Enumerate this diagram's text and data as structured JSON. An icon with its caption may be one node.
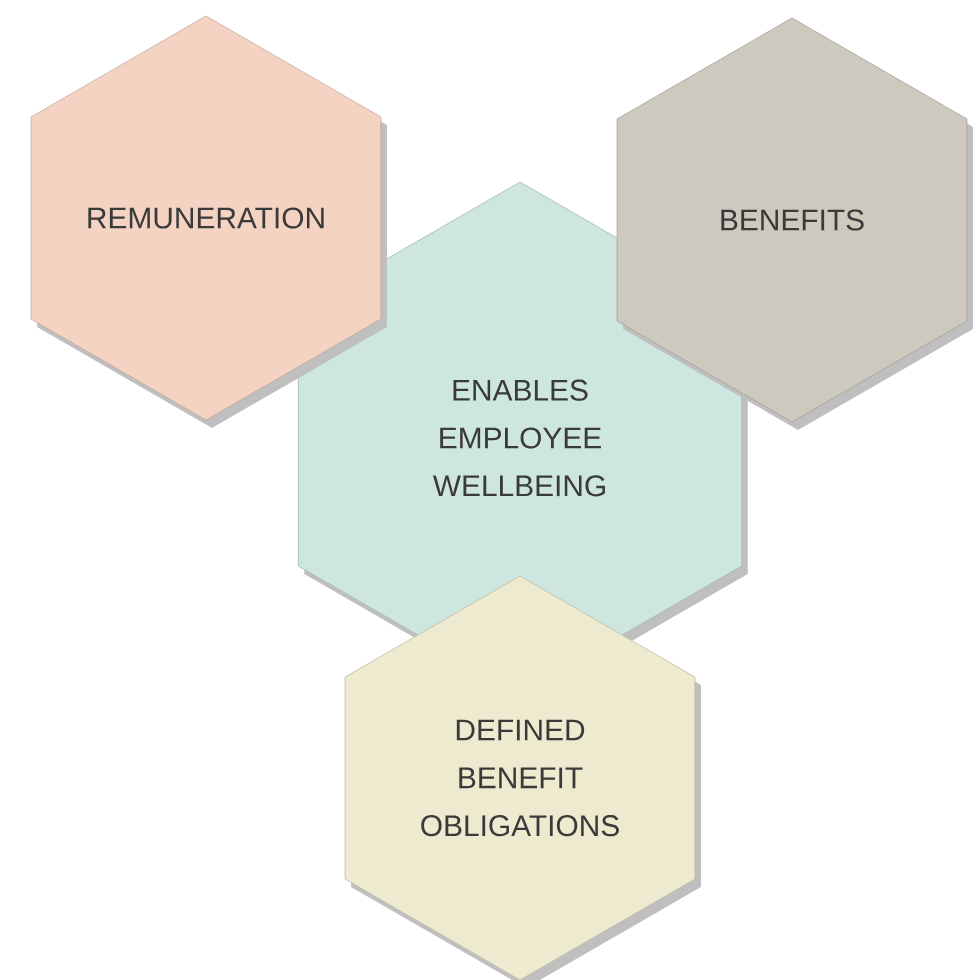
{
  "diagram": {
    "nodes": [
      {
        "text": [
          "REMUNERATION"
        ]
      },
      {
        "text": [
          "BENEFITS"
        ]
      },
      {
        "text": [
          "ENABLES EMPLOYEE WELLBEING"
        ]
      },
      {
        "text": [
          "DEFINED BENEFIT OBLIGATIONS"
        ]
      }
    ]
  }
}
